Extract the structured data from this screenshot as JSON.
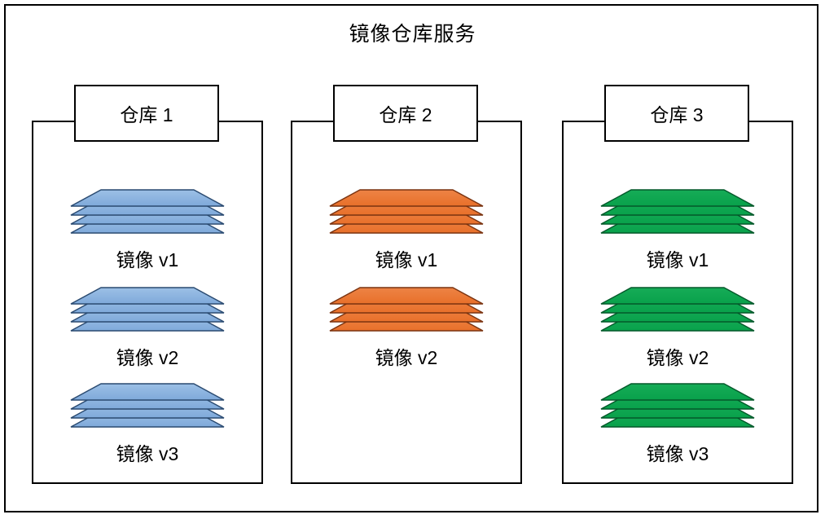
{
  "diagram": {
    "title": "镜像仓库服务",
    "type": "container-registry-architecture",
    "border_color": "#000000",
    "background": "#ffffff"
  },
  "repositories": [
    {
      "id": "repo-1",
      "header": "仓库 1",
      "color": "#7FA9DA",
      "color_light": "#9CC0E6",
      "border_color": "#2A4A70",
      "images": [
        {
          "label": "镜像 v1",
          "layers": 4
        },
        {
          "label": "镜像 v2",
          "layers": 4
        },
        {
          "label": "镜像 v3",
          "layers": 4
        }
      ]
    },
    {
      "id": "repo-2",
      "header": "仓库 2",
      "color": "#E8702A",
      "color_light": "#ED8345",
      "border_color": "#7A3310",
      "images": [
        {
          "label": "镜像 v1",
          "layers": 4
        },
        {
          "label": "镜像 v2",
          "layers": 4
        }
      ]
    },
    {
      "id": "repo-3",
      "header": "仓库 3",
      "color": "#09A14B",
      "color_light": "#16AC57",
      "border_color": "#04582A",
      "images": [
        {
          "label": "镜像 v1",
          "layers": 4
        },
        {
          "label": "镜像 v2",
          "layers": 4
        },
        {
          "label": "镜像 v3",
          "layers": 4
        }
      ]
    }
  ],
  "layout": {
    "repo_tops": [
      148,
      148,
      148
    ],
    "image_group_tops": [
      232,
      352,
      470
    ]
  }
}
